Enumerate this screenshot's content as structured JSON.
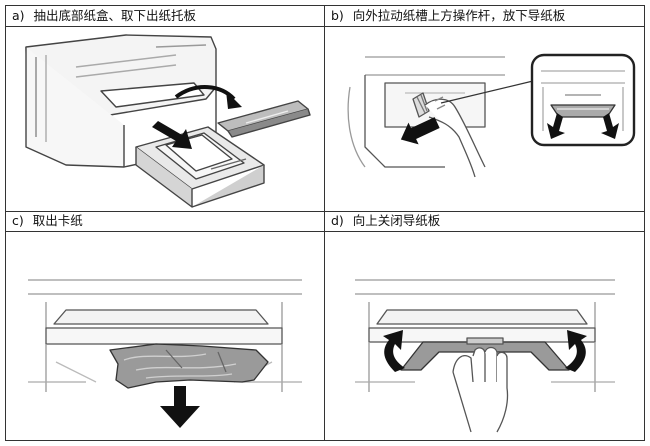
{
  "panels": [
    {
      "letter": "a)",
      "caption": "抽出底部纸盒、取下出纸托板"
    },
    {
      "letter": "b)",
      "caption": "向外拉动纸槽上方操作杆，放下导纸板"
    },
    {
      "letter": "c)",
      "caption": "取出卡纸"
    },
    {
      "letter": "d)",
      "caption": "向上关闭导纸板"
    }
  ]
}
